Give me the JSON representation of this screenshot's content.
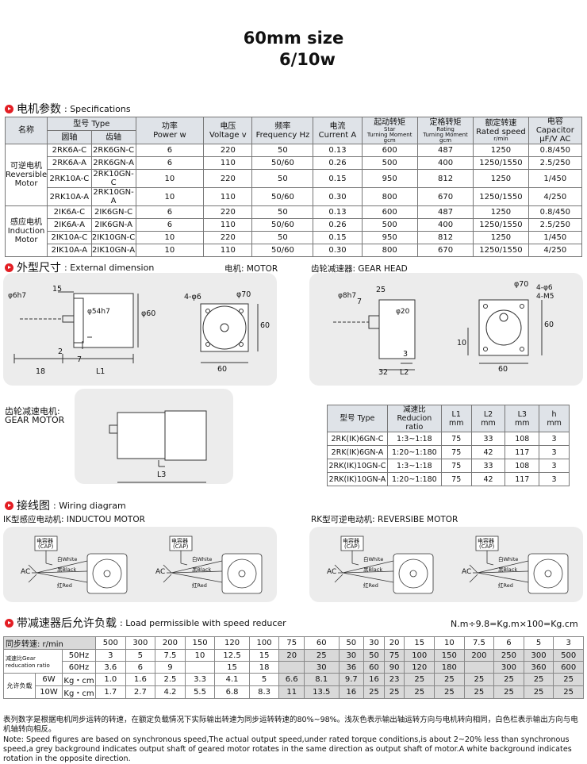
{
  "header": {
    "title_line1": "60mm size",
    "title_line2": "6/10w"
  },
  "spec": {
    "zh": "电机参数",
    "en": ": Specifications",
    "headers": {
      "name": "名称",
      "model": "型号 Type",
      "model_round": "圆轴",
      "model_gear": "齿轴",
      "power_zh": "功率",
      "power_en": "Power w",
      "voltage_zh": "电压",
      "voltage_en": "Voltage v",
      "freq_zh": "频率",
      "freq_en": "Frequency Hz",
      "current_zh": "电流",
      "current_en": "Current A",
      "start_zh": "起动转矩",
      "start_en1": "Star",
      "start_en2": "Turning Moment",
      "start_en3": "gcm",
      "rated_zh": "定格转矩",
      "rated_en1": "Rating",
      "rated_en2": "Turning Moment",
      "rated_en3": "gcm",
      "speed_zh": "额定转速",
      "speed_en1": "Rated speed",
      "speed_en2": "r/min",
      "cap_zh": "电容",
      "cap_en1": "Capacitor",
      "cap_en2": "μF/V AC"
    },
    "group1": {
      "zh": "可逆电机",
      "en1": "Reversible",
      "en2": "Motor"
    },
    "group2": {
      "zh": "感应电机",
      "en1": "Induction",
      "en2": "Motor"
    },
    "rows": [
      [
        "2RK6A-C",
        "2RK6GN-C",
        "6",
        "220",
        "50",
        "0.13",
        "600",
        "487",
        "1250",
        "0.8/450"
      ],
      [
        "2RK6A-A",
        "2RK6GN-A",
        "6",
        "110",
        "50/60",
        "0.26",
        "500",
        "400",
        "1250/1550",
        "2.5/250"
      ],
      [
        "2RK10A-C",
        "2RK10GN-C",
        "10",
        "220",
        "50",
        "0.15",
        "950",
        "812",
        "1250",
        "1/450"
      ],
      [
        "2RK10A-A",
        "2RK10GN-A",
        "10",
        "110",
        "50/60",
        "0.30",
        "800",
        "670",
        "1250/1550",
        "4/250"
      ],
      [
        "2IK6A-C",
        "2IK6GN-C",
        "6",
        "220",
        "50",
        "0.13",
        "600",
        "487",
        "1250",
        "0.8/450"
      ],
      [
        "2IK6A-A",
        "2IK6GN-A",
        "6",
        "110",
        "50/60",
        "0.26",
        "500",
        "400",
        "1250/1550",
        "2.5/250"
      ],
      [
        "2IK10A-C",
        "2IK10GN-C",
        "10",
        "220",
        "50",
        "0.15",
        "950",
        "812",
        "1250",
        "1/450"
      ],
      [
        "2IK10A-A",
        "2IK10GN-A",
        "10",
        "110",
        "50/60",
        "0.30",
        "800",
        "670",
        "1250/1550",
        "4/250"
      ]
    ]
  },
  "dimension": {
    "zh": "外型尺寸",
    "en": ": External dimension",
    "motor_label": "电机: MOTOR",
    "gear_label": "齿轮减速器: GEAR HEAD",
    "geared_zh": "齿轮减速电机:",
    "geared_en": "GEAR MOTOR",
    "m": {
      "d15": "15",
      "phi6h7": "φ6h7",
      "phi54h7": "φ54h7",
      "phi60": "φ60",
      "d18": "18",
      "L1": "L1",
      "d2": "2",
      "d7": "7",
      "holes": "4-φ6",
      "phi70": "φ70",
      "d60a": "60",
      "d60b": "60"
    },
    "g": {
      "phi8h7": "φ8h7",
      "d25": "25",
      "d7": "7",
      "phi20": "φ20",
      "d3": "3",
      "d32": "32",
      "L2": "L2",
      "phi70": "φ70",
      "holes": "4-φ6",
      "m5": "4-M5",
      "d10": "10",
      "d60a": "60",
      "d60b": "60"
    },
    "L3": "L3",
    "table": {
      "h": {
        "type_zh": "型号",
        "type_en": "Type",
        "ratio_zh": "减速比",
        "ratio_en": "Reducion ratio",
        "L1": "L1",
        "L2": "L2",
        "L3": "L3",
        "h": "h",
        "mm": "mm"
      },
      "rows": [
        [
          "2RK(IK)6GN-C",
          "1:3~1:18",
          "75",
          "33",
          "108",
          "3"
        ],
        [
          "2RK(IK)6GN-A",
          "1:20~1:180",
          "75",
          "42",
          "117",
          "3"
        ],
        [
          "2RK(IK)10GN-C",
          "1:3~1:18",
          "75",
          "33",
          "108",
          "3"
        ],
        [
          "2RK(IK)10GN-A",
          "1:20~1:180",
          "75",
          "42",
          "117",
          "3"
        ]
      ]
    }
  },
  "wiring": {
    "zh": "接线图",
    "en": ": Wiring diagram",
    "ik_label": "IK型感应电动机: INDUCTOU MOTOR",
    "rk_label": "RK型可逆电动机: REVERSIBE MOTOR",
    "cap1": "电容器",
    "cap2": "(CAP)",
    "ac": "AC",
    "white": "白White",
    "black": "黑Black",
    "red": "红Red"
  },
  "load": {
    "zh": "带减速器后允许负载",
    "en": ": Load permissible with speed reducer",
    "formula": "N.m÷9.8=Kg.m×100=Kg.cm",
    "speed_label": "同步转速: r/min",
    "ratio_label_zh": "减速比",
    "ratio_label_en": "Gear reducation ratio",
    "allow_label": "允许负载",
    "speeds": [
      "500",
      "300",
      "200",
      "150",
      "120",
      "100",
      "75",
      "60",
      "50",
      "30",
      "20",
      "15",
      "10",
      "7.5",
      "6",
      "5",
      "3"
    ],
    "hz50": {
      "label": "50Hz",
      "values": [
        "3",
        "5",
        "7.5",
        "10",
        "12.5",
        "15",
        "20",
        "25",
        "30",
        "50",
        "75",
        "100",
        "150",
        "200",
        "250",
        "300",
        "500"
      ]
    },
    "hz60": {
      "label": "60Hz",
      "values": [
        "3.6",
        "6",
        "9",
        "",
        "15",
        "18",
        "",
        "30",
        "36",
        "60",
        "90",
        "120",
        "180",
        "",
        "300",
        "360",
        "600"
      ]
    },
    "w6": {
      "label": "6W",
      "unit": "Kg・cm",
      "values": [
        "1.0",
        "1.6",
        "2.5",
        "3.3",
        "4.1",
        "5",
        "6.6",
        "8.1",
        "9.7",
        "16",
        "23",
        "25",
        "25",
        "25",
        "25",
        "25",
        "25"
      ]
    },
    "w10": {
      "label": "10W",
      "unit": "Kg・cm",
      "values": [
        "1.7",
        "2.7",
        "4.2",
        "5.5",
        "6.8",
        "8.3",
        "11",
        "13.5",
        "16",
        "25",
        "25",
        "25",
        "25",
        "25",
        "25",
        "25",
        "25"
      ]
    },
    "grey_cols": [
      6,
      7,
      8,
      9,
      10,
      11,
      12,
      13,
      14,
      15,
      16
    ]
  },
  "notes": {
    "zh": "表列数字是根据电机同步运转的转速，在额定负载情况下实际输出转速为同步运转转速的80%~98%。浅灰色表示输出轴运转方向与电机转向相同，白色栏表示输出方向与电机轴转向相反。",
    "en": "Note: Speed figures are based on synchronous speed,The actual output speed,under rated torque conditions,is about 2~20% less than synchronous speed,a grey background indicates output shaft of geared motor rotates in the same direction as output shaft of motor.A white background indicates rotation in the opposite direction."
  }
}
